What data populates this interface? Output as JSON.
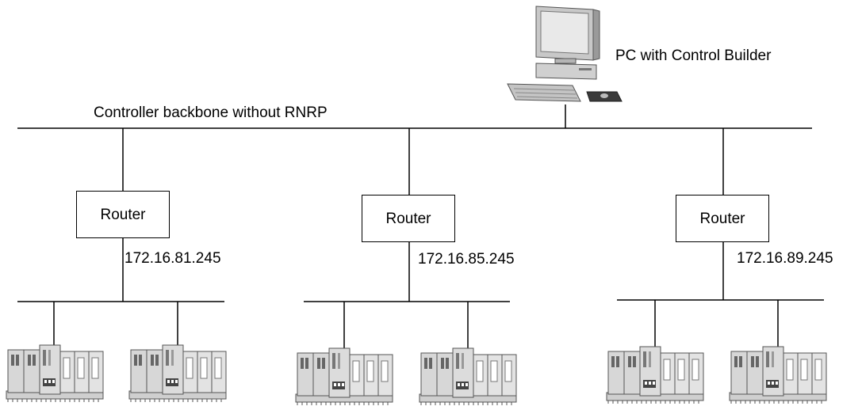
{
  "pc": {
    "label": "PC with Control Builder",
    "icon": "pc-workstation-icon"
  },
  "backbone": {
    "label": "Controller backbone without RNRP"
  },
  "routers": [
    {
      "label": "Router",
      "ip": "172.16.81.245"
    },
    {
      "label": "Router",
      "ip": "172.16.85.245"
    },
    {
      "label": "Router",
      "ip": "172.16.89.245"
    }
  ],
  "controller_icon": "ac800m-controller-icon",
  "colors": {
    "line": "#000000",
    "controller_body": "#d2d2d2",
    "controller_dark": "#8a8a8a"
  }
}
